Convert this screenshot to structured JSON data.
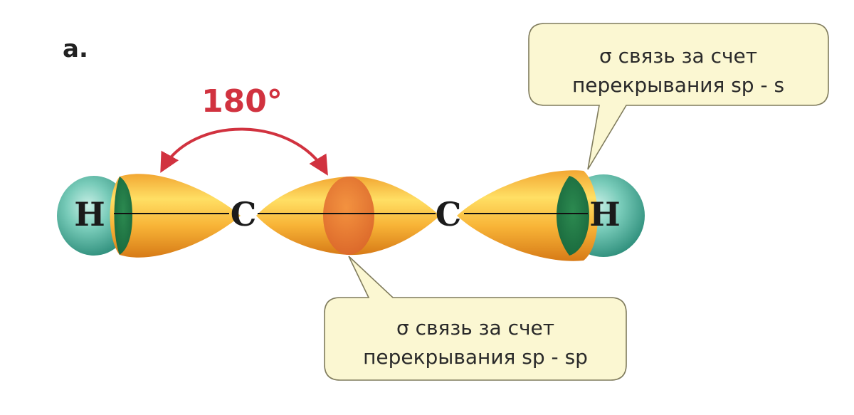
{
  "panel_label": "a.",
  "angle_label": "180°",
  "atoms": {
    "h_left": "H",
    "c_left": "C",
    "c_right": "C",
    "h_right": "H"
  },
  "callout_top": {
    "line1": "σ связь за счет",
    "line2": "перекрывания sp - s"
  },
  "callout_bottom": {
    "line1": "σ связь за счет",
    "line2": "перекрывания sp - sp"
  },
  "colors": {
    "orbital": "#f6a623",
    "overlap": "#e6702c",
    "hydrogen": "#59b8a6",
    "overlap_h": "#1f7a45",
    "arrow": "#d1323f",
    "callout_fill": "#fbf7d2",
    "callout_stroke": "#7f7b5c"
  }
}
